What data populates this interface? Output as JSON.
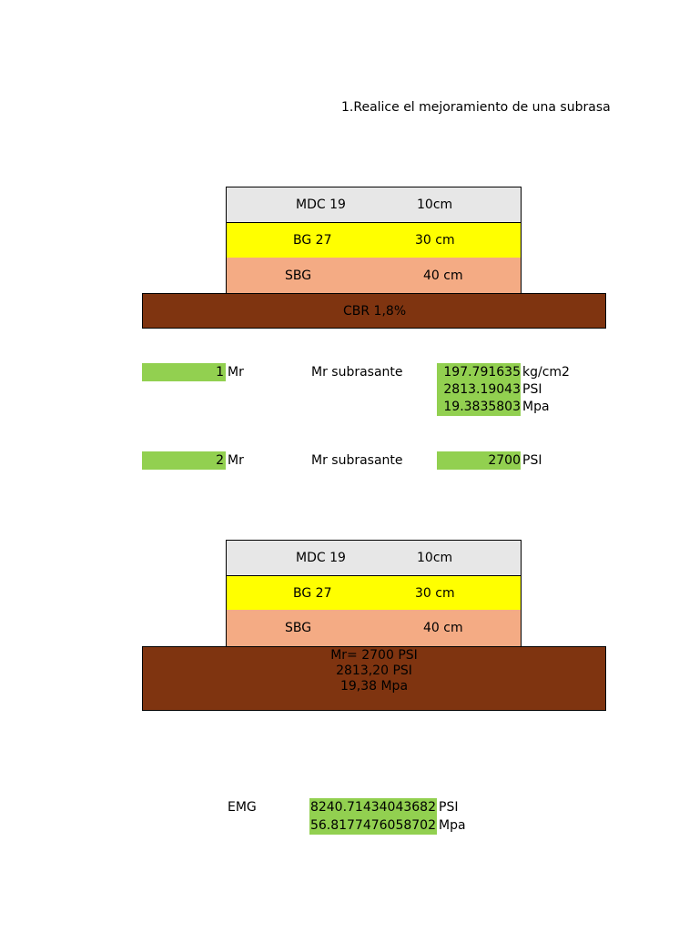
{
  "title": "1.Realice el mejoramiento de una subrasa",
  "structure1": {
    "mdc": {
      "name": "MDC 19",
      "thickness": "10cm"
    },
    "bg": {
      "name": "BG 27",
      "thickness": "30 cm"
    },
    "sbg": {
      "name": "SBG",
      "thickness": "40 cm"
    },
    "subgrade": {
      "label": "CBR 1,8%"
    }
  },
  "calc1": {
    "index": "1",
    "mr_label": "Mr",
    "desc": "Mr subrasante",
    "values": [
      {
        "value": "197.791635",
        "unit": "kg/cm2"
      },
      {
        "value": "2813.19043",
        "unit": "PSI"
      },
      {
        "value": "19.3835803",
        "unit": "Mpa"
      }
    ]
  },
  "calc2": {
    "index": "2",
    "mr_label": "Mr",
    "desc": "Mr subrasante",
    "value": "2700",
    "unit": "PSI"
  },
  "structure2": {
    "mdc": {
      "name": "MDC 19",
      "thickness": "10cm"
    },
    "bg": {
      "name": "BG 27",
      "thickness": "30 cm"
    },
    "sbg": {
      "name": "SBG",
      "thickness": "40 cm"
    },
    "subgrade": {
      "lines": [
        "Mr= 2700 PSI",
        "2813,20 PSI",
        "19,38 Mpa"
      ]
    }
  },
  "emg": {
    "label": "EMG",
    "values": [
      {
        "value": "8240.71434043682",
        "unit": "PSI"
      },
      {
        "value": "56.8177476058702",
        "unit": "Mpa"
      }
    ]
  },
  "colors": {
    "mdc": "#e7e7e7",
    "bg": "#ffff00",
    "sbg": "#f4ab84",
    "subgrade": "#7f3410",
    "highlight": "#92d050"
  }
}
